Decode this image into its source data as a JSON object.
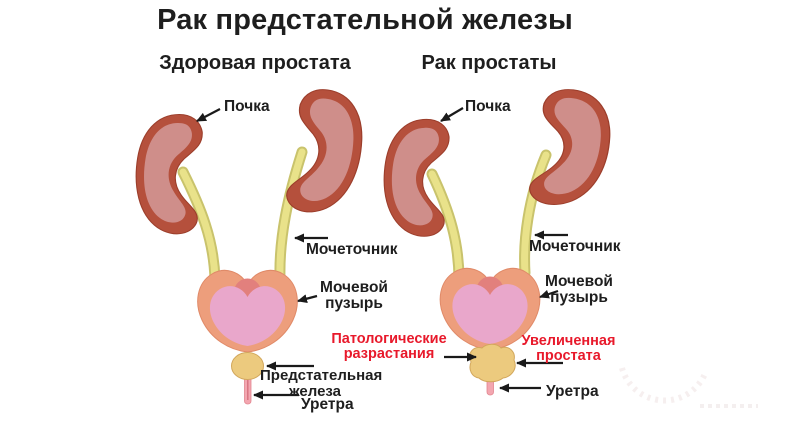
{
  "title": "Рак предстательной железы",
  "panels": {
    "healthy": {
      "subtitle": "Здоровая простата",
      "labels": {
        "kidney": "Почка",
        "ureter": "Мочеточник",
        "bladder": "Мочевой пузырь",
        "prostate_gland": "Предстательная железа",
        "urethra": "Уретра"
      }
    },
    "cancer": {
      "subtitle": "Рак простаты",
      "labels": {
        "kidney": "Почка",
        "ureter": "Мочеточник",
        "bladder": "Мочевой пузырь",
        "pathological_growths": "Патологические разрастания",
        "enlarged_prostate": "Увеличенная простата",
        "urethra": "Уретра"
      }
    }
  },
  "colors": {
    "background": "#ffffff",
    "label_text": "#1e1e1e",
    "highlight_red": "#e8192b",
    "kidney_outer": "#b5503c",
    "kidney_inner": "#cf8e8a",
    "ureter_edge": "#c9c36c",
    "ureter_fill": "#e9e28a",
    "bladder_wall": "#ed9e7c",
    "bladder_neck": "#e2807d",
    "bladder_inner": "#e9a7cb",
    "prostate_fill": "#ecca7e",
    "urethra_fill": "#f3a6b0",
    "arrow": "#1a1a1a"
  }
}
